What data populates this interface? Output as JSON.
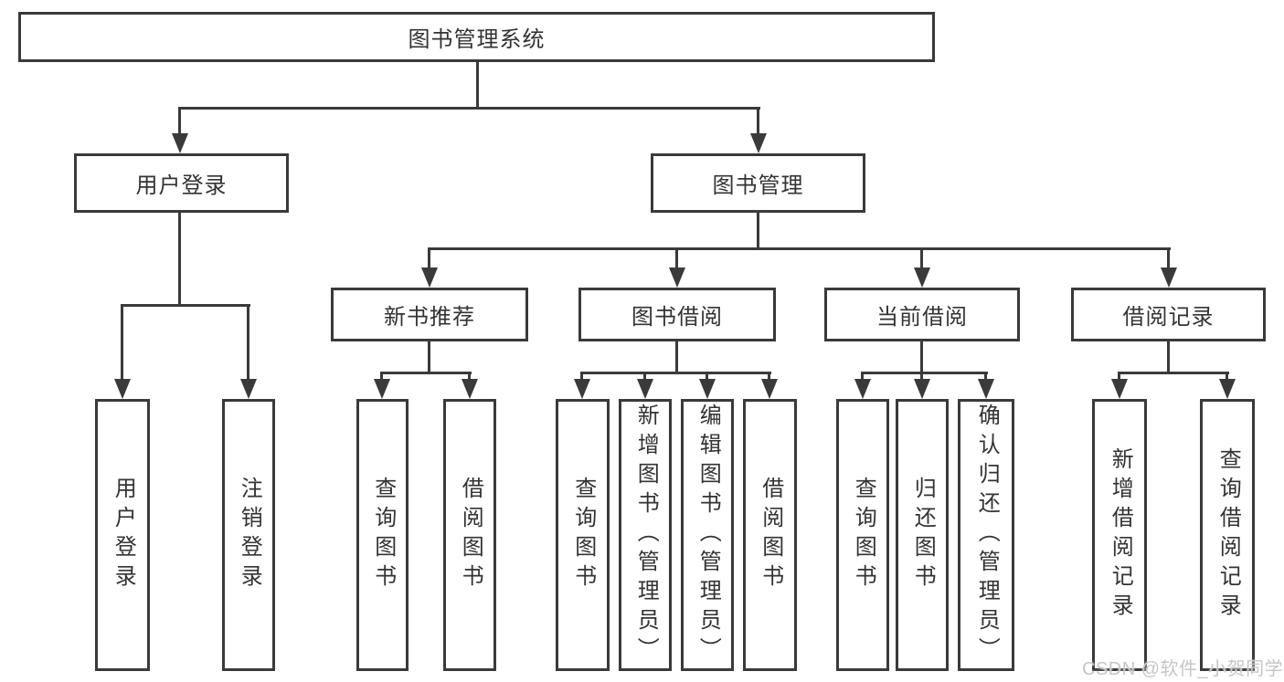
{
  "title": "图书管理系统",
  "tree": {
    "root": "图书管理系统",
    "user_login": {
      "label": "用户登录",
      "children": {
        "login": "用户登录",
        "logout": "注销登录"
      }
    },
    "book_mgmt": {
      "label": "图书管理",
      "children": {
        "new_rec": {
          "label": "新书推荐",
          "children": {
            "query": "查询图书",
            "borrow": "借阅图书"
          }
        },
        "borrowing": {
          "label": "图书借阅",
          "children": {
            "query": "查询图书",
            "add": "新增图书（管理员）",
            "edit": "编辑图书（管理员）",
            "borrow": "借阅图书"
          }
        },
        "current": {
          "label": "当前借阅",
          "children": {
            "query": "查询图书",
            "return": "归还图书",
            "confirm": "确认归还（管理员）"
          }
        },
        "records": {
          "label": "借阅记录",
          "children": {
            "add": "新增借阅记录",
            "query": "查询借阅记录"
          }
        }
      }
    }
  },
  "watermark": "CSDN @软件_小贺同学",
  "colors": {
    "line": "#3a3a3a",
    "text": "#333333",
    "box_bg": "#ffffff",
    "watermark": "#c6c6c6",
    "background": "#ffffff"
  }
}
